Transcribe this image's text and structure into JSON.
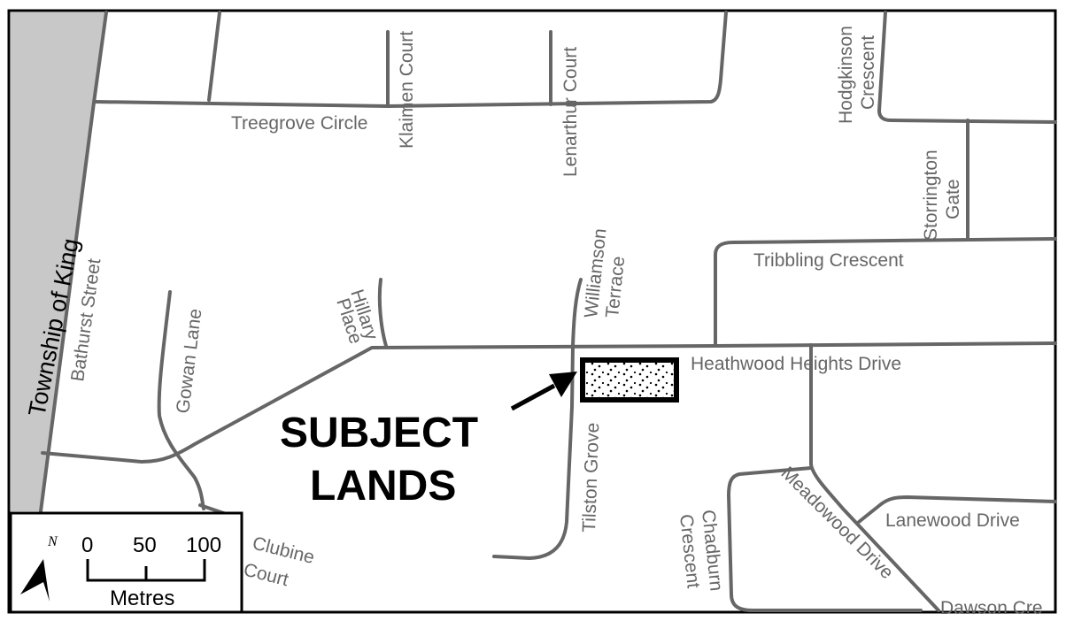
{
  "map": {
    "boundary_label": "Township of King",
    "streets": {
      "bathurst": "Bathurst Street",
      "treegrove": "Treegrove Circle",
      "klaimen": "Klaimen Court",
      "lenarthur": "Lenarthur Court",
      "hodgkinson_1": "Hodgkinson",
      "hodgkinson_2": "Crescent",
      "storrington_1": "Storrington",
      "storrington_2": "Gate",
      "tribbling": "Tribbling Crescent",
      "williamson_1": "Williamson",
      "williamson_2": "Terrace",
      "hillary_1": "Hillary",
      "hillary_2": "Place",
      "gowan": "Gowan Lane",
      "heathwood": "Heathwood Heights Drive",
      "tilston": "Tilston Grove",
      "chadburn_1": "Chadburn",
      "chadburn_2": "Crescent",
      "meadowood": "Meadowood Drive",
      "lanewood": "Lanewood Drive",
      "dawson": "Dawson Cre",
      "clubine_1": "Clubine",
      "clubine_2": "Court"
    },
    "subject_lands": {
      "line1": "SUBJECT",
      "line2": "LANDS"
    },
    "legend": {
      "north_label": "N",
      "scale_ticks": [
        "0",
        "50",
        "100"
      ],
      "scale_unit": "Metres"
    },
    "colors": {
      "roads": "#666666",
      "boundary_fill": "#c8c8c8",
      "frame": "#000000"
    }
  }
}
